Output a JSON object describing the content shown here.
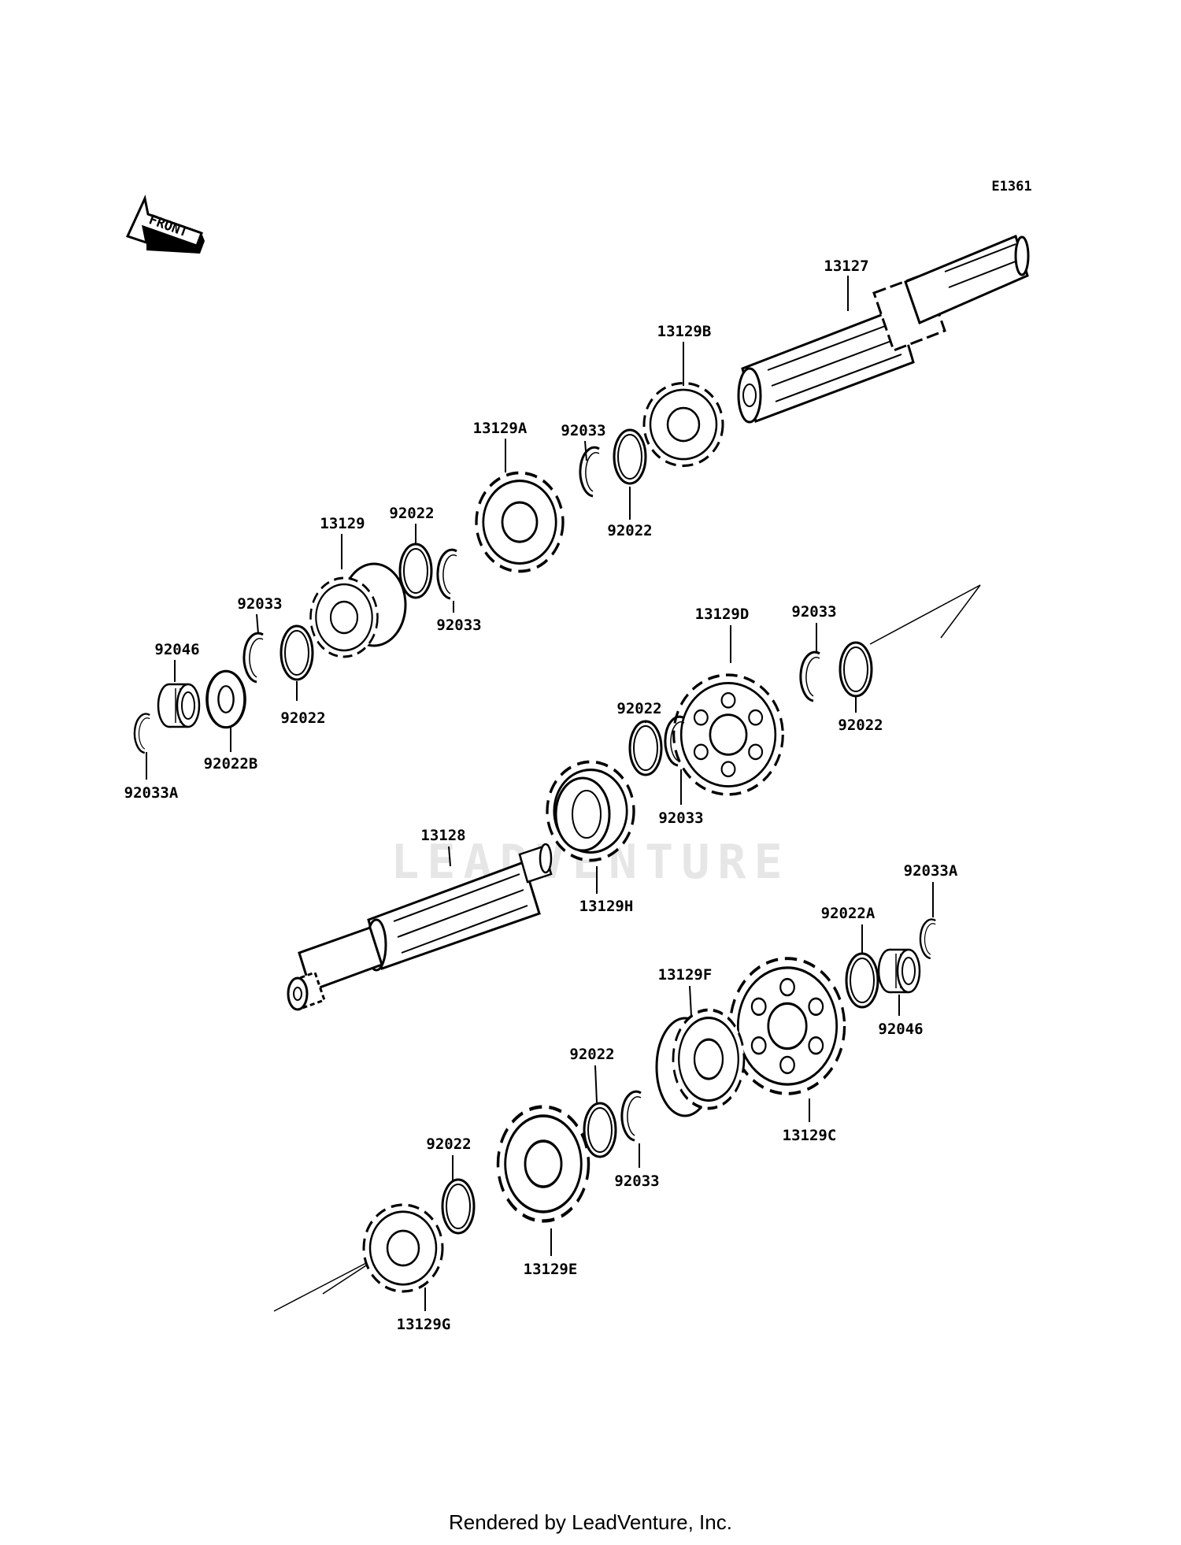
{
  "diagram": {
    "code": "E1361",
    "front_label": "FRONT",
    "watermark": "LEADVENTURE",
    "footer": "Rendered by LeadVenture, Inc."
  },
  "labels": {
    "p13127": "13127",
    "p13129B": "13129B",
    "p92033_a": "92033",
    "p92022_a": "92022",
    "p13129A": "13129A",
    "p13129": "13129",
    "p92022_b": "92022",
    "p92033_b": "92033",
    "p92033_c": "92033",
    "p92046_a": "92046",
    "p92022_c": "92022",
    "p92022B": "92022B",
    "p92033A_a": "92033A",
    "p13129D": "13129D",
    "p92033_d": "92033",
    "p92022_d": "92022",
    "p92022_e": "92022",
    "p92033_e": "92033",
    "p13128": "13128",
    "p13129H": "13129H",
    "p92033A_b": "92033A",
    "p92022A": "92022A",
    "p92046_b": "92046",
    "p13129F": "13129F",
    "p13129C": "13129C",
    "p92022_f": "92022",
    "p92033_f": "92033",
    "p92022_g": "92022",
    "p13129E": "13129E",
    "p13129G": "13129G"
  },
  "colors": {
    "line": "#000000",
    "watermark": "#e6e6e6"
  },
  "icons": [
    "front-arrow-icon"
  ]
}
